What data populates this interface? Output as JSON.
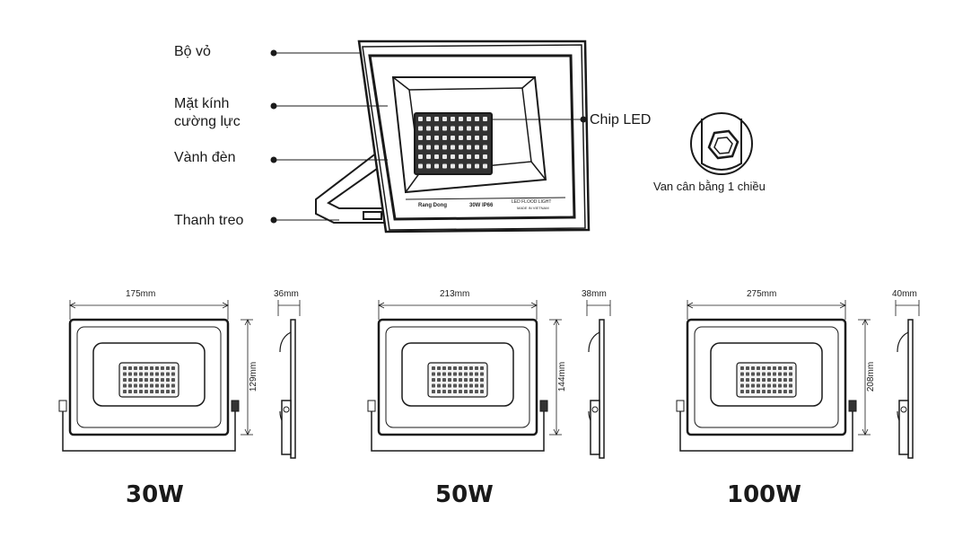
{
  "labels": {
    "housing": "Bộ vỏ",
    "glass_line1": "Mặt kính",
    "glass_line2": "cường lực",
    "rim": "Vành đèn",
    "bracket": "Thanh treo",
    "chip": "Chip LED",
    "valve": "Van cân bằng 1 chiều"
  },
  "product_print": {
    "brand": "Rang Dong",
    "spec": "30W IP66",
    "type": "LED FLOOD LIGHT",
    "origin": "MADE IN VIETNAM"
  },
  "models": [
    {
      "power": "30W",
      "width": "175mm",
      "height": "129mm",
      "depth": "36mm"
    },
    {
      "power": "50W",
      "width": "213mm",
      "height": "144mm",
      "depth": "38mm"
    },
    {
      "power": "100W",
      "width": "275mm",
      "height": "208mm",
      "depth": "40mm"
    }
  ]
}
